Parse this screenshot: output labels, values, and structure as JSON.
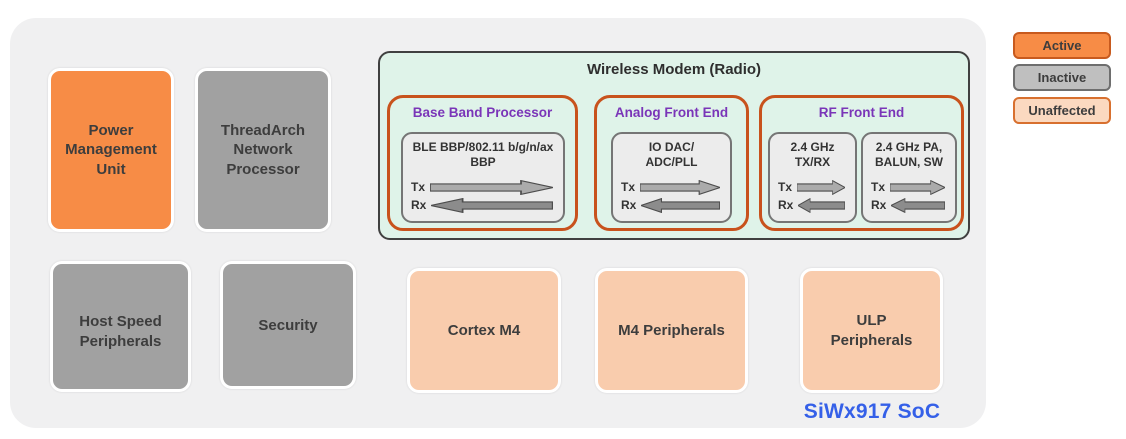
{
  "soc_label": "SiWx917 SoC",
  "colors": {
    "active_fill": "#F78C46",
    "active_border": "#C85A1E",
    "inactive_fill": "#A1A1A1",
    "inactive_legend_fill": "#BFBFBF",
    "inactive_border": "#6E6E6E",
    "unaffected_fill": "#F9CCAD",
    "unaffected_legend_fill": "#FBD9C0",
    "unaffected_border": "#D8702F",
    "soc_container_bg": "#F0F0F1",
    "modem_bg": "#DFF3E9",
    "modem_border": "#404040",
    "section_border": "#C8521C",
    "section_title": "#7A35B8",
    "soc_label_color": "#3560E8",
    "tx_arrow_fill": "#ABABAB",
    "rx_arrow_fill": "#8C8C8C"
  },
  "blocks": {
    "power_management_unit": {
      "label": "Power Management Unit",
      "state": "active"
    },
    "threadarch_network_processor": {
      "label": "ThreadArch Network Processor",
      "state": "inactive"
    },
    "host_speed_peripherals": {
      "label": "Host Speed Peripherals",
      "state": "inactive"
    },
    "security": {
      "label": "Security",
      "state": "inactive"
    },
    "cortex_m4": {
      "label": "Cortex M4",
      "state": "unaffected"
    },
    "m4_peripherals": {
      "label": "M4 Peripherals",
      "state": "unaffected"
    },
    "ulp_peripherals": {
      "label": "ULP Peripherals",
      "state": "unaffected"
    }
  },
  "wireless_modem": {
    "title": "Wireless Modem (Radio)",
    "sections": [
      {
        "title": "Base Band Processor",
        "units": [
          {
            "label": "BLE BBP/802.11 b/g/n/ax BBP",
            "tx_label": "Tx",
            "rx_label": "Rx"
          }
        ]
      },
      {
        "title": "Analog Front End",
        "units": [
          {
            "label": "IO DAC/ ADC/PLL",
            "tx_label": "Tx",
            "rx_label": "Rx"
          }
        ]
      },
      {
        "title": "RF Front End",
        "units": [
          {
            "label": "2.4 GHz TX/RX",
            "tx_label": "Tx",
            "rx_label": "Rx"
          },
          {
            "label": "2.4 GHz PA, BALUN, SW",
            "tx_label": "Tx",
            "rx_label": "Rx"
          }
        ]
      }
    ]
  },
  "legend": {
    "items": [
      {
        "label": "Active"
      },
      {
        "label": "Inactive"
      },
      {
        "label": "Unaffected"
      }
    ]
  }
}
